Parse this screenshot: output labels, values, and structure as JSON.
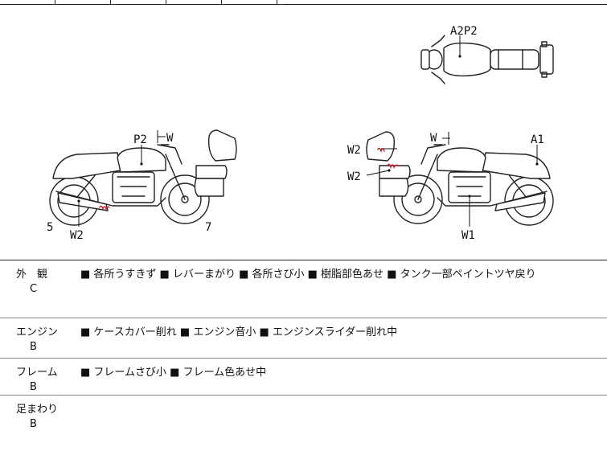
{
  "diagram": {
    "labels": {
      "top_view": "A2P2",
      "left_p2": "P2",
      "left_w_top": "W",
      "left_5": "5",
      "left_w2": "W2",
      "left_7": "7",
      "right_w_top": "W",
      "right_w2_a": "W2",
      "right_w2_b": "W2",
      "right_a1": "A1",
      "right_w1": "W1"
    }
  },
  "rows": [
    {
      "category": "外　観",
      "grade": "C",
      "notes": "■ 各所うすきず ■ レバーまがり ■ 各所さび小 ■ 樹脂部色あせ ■ タンク一部ペイントツヤ戻り"
    },
    {
      "category": "エンジン",
      "grade": "B",
      "notes": "■ ケースカバー削れ ■ エンジン音小 ■ エンジンスライダー削れ中"
    },
    {
      "category": "フレーム",
      "grade": "B",
      "notes": "■ フレームさび小 ■ フレーム色あせ中"
    },
    {
      "category": "足まわり",
      "grade": "B",
      "notes": ""
    }
  ]
}
